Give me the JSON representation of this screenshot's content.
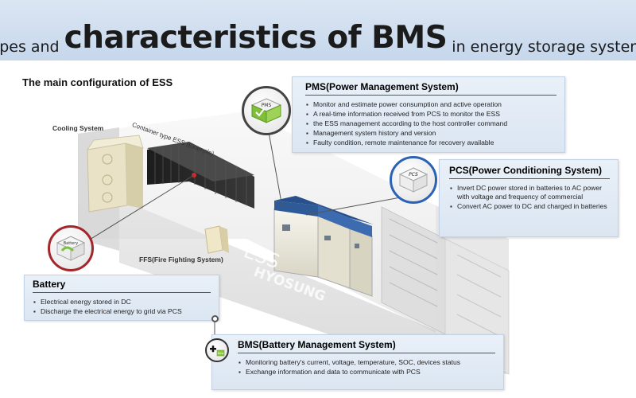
{
  "header": {
    "title_small_1": "Types and",
    "title_big": "characteristics of BMS",
    "title_small_2": "in energy storage systems"
  },
  "subtitle": "The main configuration of ESS",
  "labels": {
    "cooling": "Cooling System",
    "container": "Container type ESS (Example)",
    "ffs": "FFS(Fire Fighting System)",
    "ess_text": "ESS",
    "brand_text": "HYOSUNG"
  },
  "pms": {
    "title": "PMS(Power Management System)",
    "icon_text": "PMS",
    "items": [
      "Monitor and estimate power consumption and active operation",
      "A real-time information received from PCS to monitor the ESS",
      "the ESS management according to the host controller command",
      "Management system history and version",
      "Faulty condition, remote maintenance for recovery available"
    ]
  },
  "pcs": {
    "title": "PCS(Power Conditioning System)",
    "icon_text": "PCS",
    "items": [
      "Invert DC power stored in batteries to AC power with voltage and frequency of commercial",
      "Convert AC power to DC and charged in batteries"
    ]
  },
  "battery": {
    "title": "Battery",
    "icon_text": "Battery",
    "items": [
      "Electrical energy stored in DC",
      "Discharge the electrical energy to grid via PCS"
    ]
  },
  "bms": {
    "title": "BMS(Battery Management System)",
    "icon_text": "Bms",
    "items": [
      "Monitoring battery's current, voltage, temperature, SOC, devices status",
      "Exchange information and data to communicate with PCS"
    ]
  },
  "colors": {
    "pcs_ring": "#2a62b6",
    "battery_ring": "#a3262a",
    "pms_ring": "#444444",
    "panel_bg": "#e3ebf5"
  }
}
